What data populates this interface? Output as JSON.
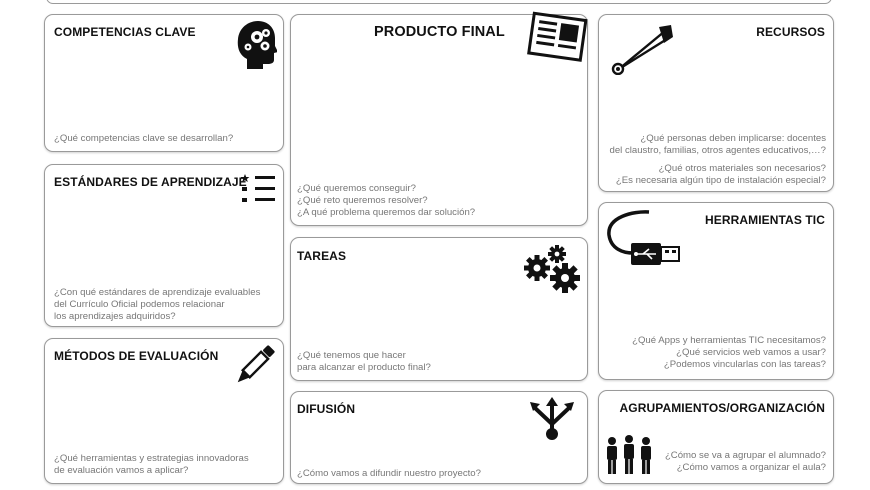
{
  "cards": {
    "competencias": {
      "title": "COMPETENCIAS CLAVE",
      "q1": "¿Qué competencias clave se desarrollan?"
    },
    "estandares": {
      "title": "ESTÁNDARES DE APRENDIZAJE",
      "q1": "¿Con qué estándares de aprendizaje evaluables",
      "q2": "del Currículo Oficial podemos relacionar",
      "q3": "los aprendizajes adquiridos?"
    },
    "metodos": {
      "title": "MÉTODOS DE EVALUACIÓN",
      "q1": "¿Qué herramientas y estrategias innovadoras",
      "q2": "de evaluación vamos a aplicar?"
    },
    "producto": {
      "title": "PRODUCTO FINAL",
      "q1": "¿Qué queremos conseguir?",
      "q2": "¿Qué reto queremos resolver?",
      "q3": "¿A qué problema queremos dar solución?"
    },
    "tareas": {
      "title": "TAREAS",
      "q1": "¿Qué tenemos que hacer",
      "q2": "para alcanzar el producto final?"
    },
    "difusion": {
      "title": "DIFUSIÓN",
      "q1": "¿Cómo vamos a difundir nuestro proyecto?"
    },
    "recursos": {
      "title": "RECURSOS",
      "q1": "¿Qué personas deben implicarse: docentes",
      "q2": "del claustro, familias, otros agentes educativos,…?",
      "q3": "¿Qué otros materiales son necesarios?",
      "q4": "¿Es necesaria algún tipo de instalación especial?"
    },
    "herramientas": {
      "title": "HERRAMIENTAS TIC",
      "q1": "¿Qué Apps y herramientas TIC necesitamos?",
      "q2": "¿Qué servicios web vamos a usar?",
      "q3": "¿Podemos vincularlas con las tareas?"
    },
    "agrupamientos": {
      "title": "AGRUPAMIENTOS/ORGANIZACIÓN",
      "q1": "¿Cómo se va a agrupar el alumnado?",
      "q2": "¿Cómo vamos a organizar el aula?"
    }
  },
  "icons": [
    "head-gears-icon",
    "checklist-icon",
    "pencil-icon",
    "newspaper-icon",
    "gears-icon",
    "share-arrows-icon",
    "safety-pin-icon",
    "usb-cable-icon",
    "people-group-icon"
  ],
  "colors": {
    "border": "#9a9a9a",
    "question_text": "#777777",
    "title_text": "#111111"
  }
}
